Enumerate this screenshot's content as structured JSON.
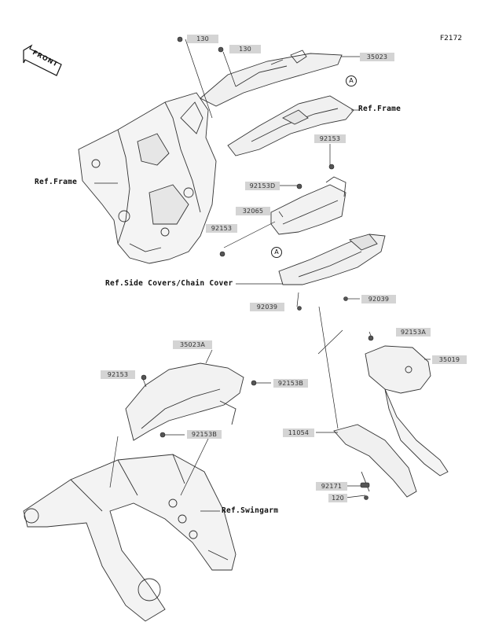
{
  "diagram": {
    "code": "F2172",
    "front_label": "FRONT",
    "callouts": [
      {
        "id": "callout-a-upper",
        "text": "A"
      },
      {
        "id": "callout-a-lower",
        "text": "A"
      }
    ],
    "refs": {
      "frame_upper": "Ref.Frame",
      "frame_left": "Ref.Frame",
      "side_covers": "Ref.Side Covers/Chain Cover",
      "swingarm": "Ref.Swingarm"
    },
    "parts": {
      "p130a": "130",
      "p130b": "130",
      "p35023": "35023",
      "p92153_1": "92153",
      "p92153d": "92153D",
      "p32065": "32065",
      "p92153_2": "92153",
      "p92039_1": "92039",
      "p92039_2": "92039",
      "p92153a": "92153A",
      "p35019": "35019",
      "p35023a": "35023A",
      "p92153_3": "92153",
      "p92153b": "92153B",
      "p92153b2": "92153B",
      "p11054": "11054",
      "p92171": "92171",
      "p120": "120"
    }
  }
}
